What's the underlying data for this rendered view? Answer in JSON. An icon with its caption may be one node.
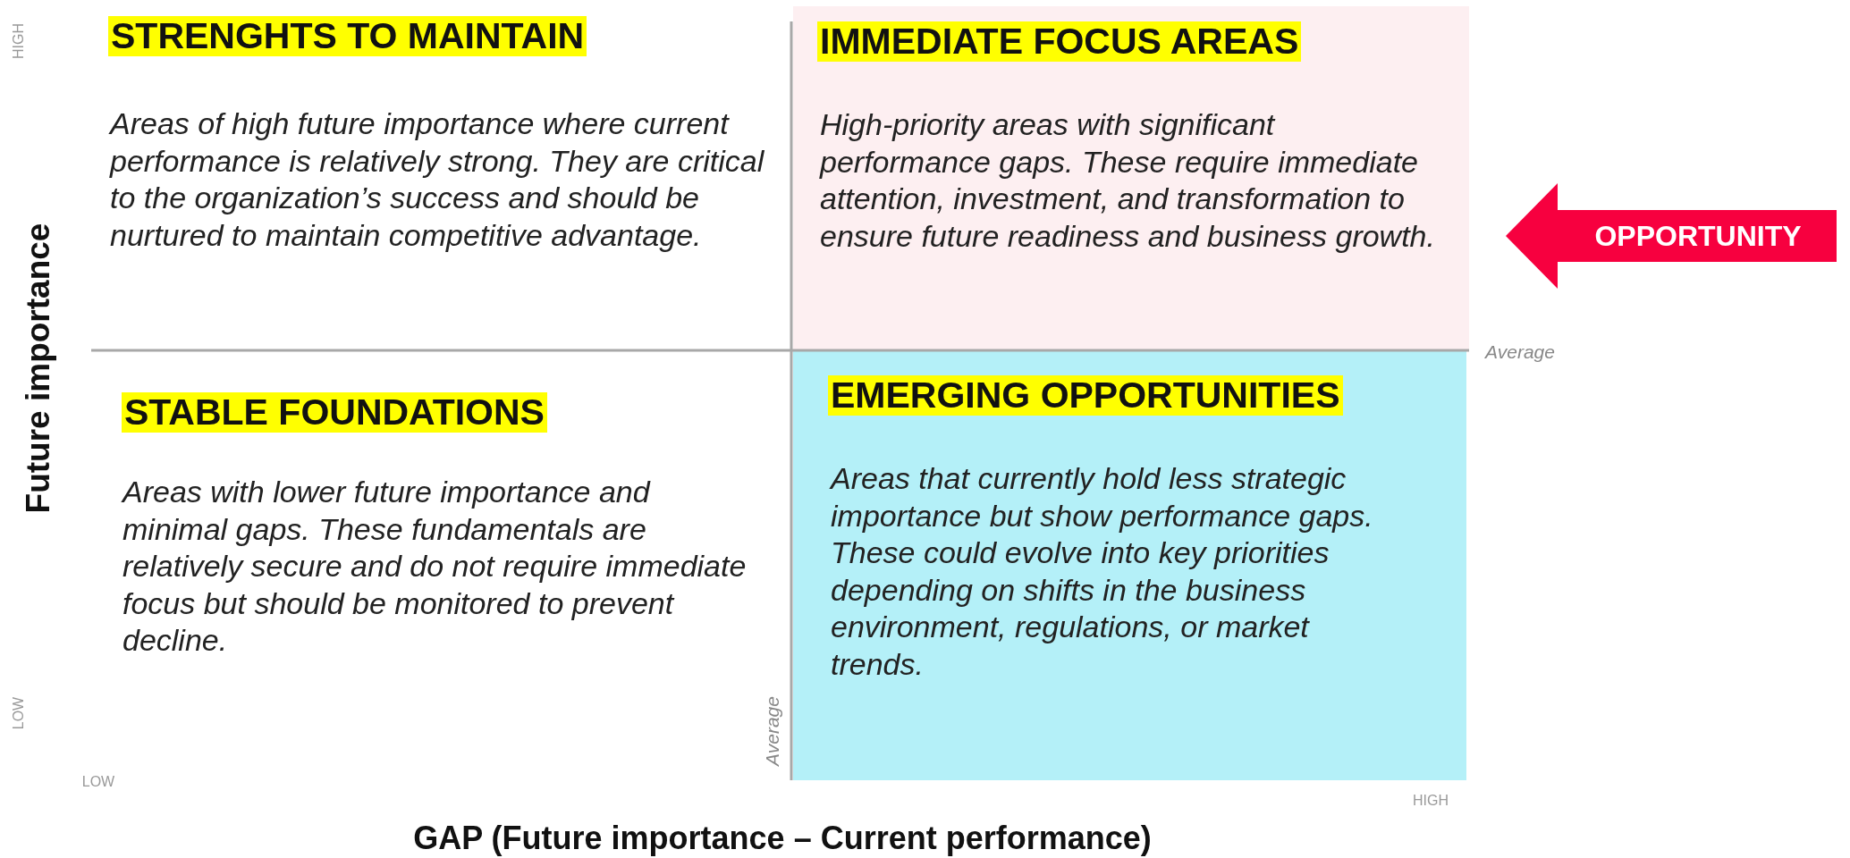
{
  "diagram": {
    "nodes": [
      {
        "text": [
          "STRENGHTS TO MAINTAIN",
          "Areas of high future importance where current performance is relatively strong. They are critical to the organization’s success and should be nurtured to maintain competitive advantage."
        ]
      },
      {
        "text": [
          "IMMEDIATE FOCUS AREAS",
          "High-priority areas with significant performance gaps. These require immediate attention, investment, and transformation to ensure future readiness and business growth."
        ]
      },
      {
        "text": [
          "STABLE FOUNDATIONS",
          "Areas with lower future importance and minimal gaps. These fundamentals are relatively secure and do not require immediate focus but should be monitored to prevent decline."
        ]
      },
      {
        "text": [
          "EMERGING OPPORTUNITIES",
          "Areas that currently hold less strategic importance but show performance gaps. These could evolve into key priorities depending on shifts in the business environment, regulations, or market trends."
        ]
      },
      {
        "text": [
          "OPPORTUNITY"
        ]
      }
    ],
    "labels": [
      "HIGH",
      "Future importance",
      "LOW",
      "Average",
      "Average",
      "LOW",
      "HIGH",
      "GAP (Future importance – Current performance)"
    ]
  }
}
